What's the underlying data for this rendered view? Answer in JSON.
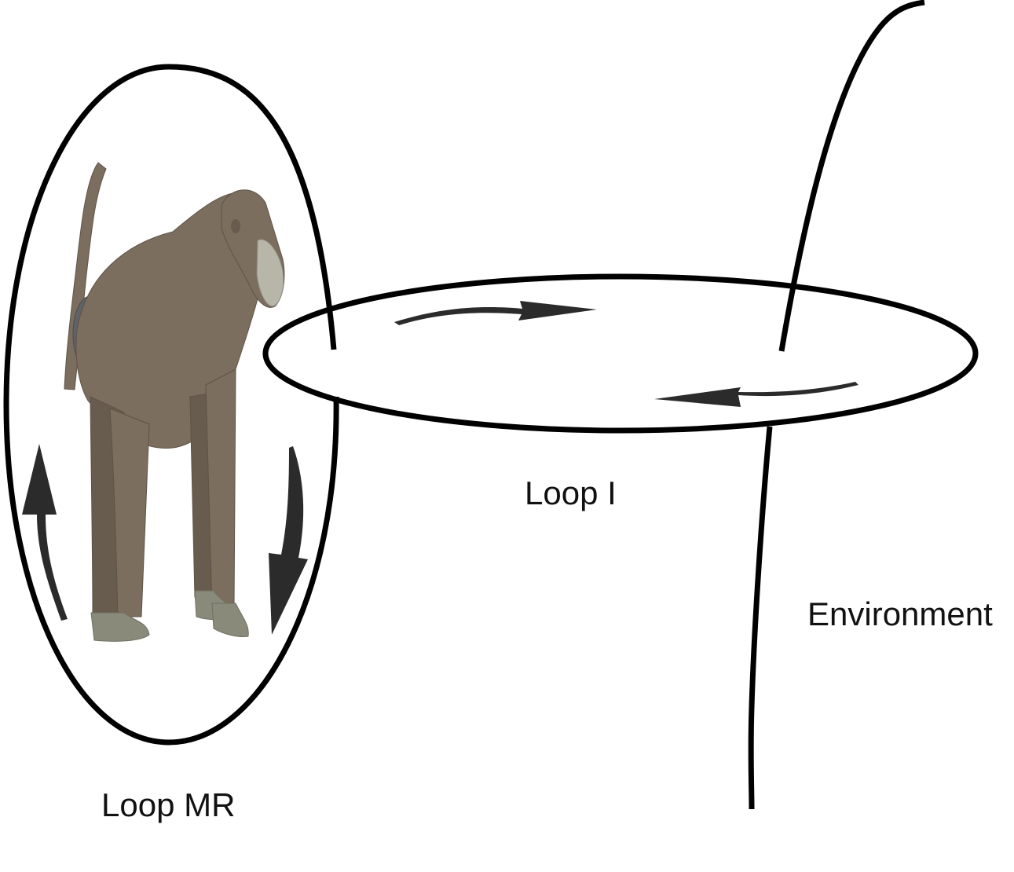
{
  "labels": {
    "loop_mr": "Loop MR",
    "loop_i": "Loop I",
    "environment": "Environment"
  },
  "colors": {
    "stroke": "#000000",
    "arrow": "#2b2b2b",
    "baboon_fur": "#7b6e5f",
    "baboon_fur_dark": "#685c4f",
    "baboon_face": "#b8b6a8",
    "baboon_callosity": "#5f6266"
  },
  "icons": {
    "animal": "baboon-illustration"
  }
}
